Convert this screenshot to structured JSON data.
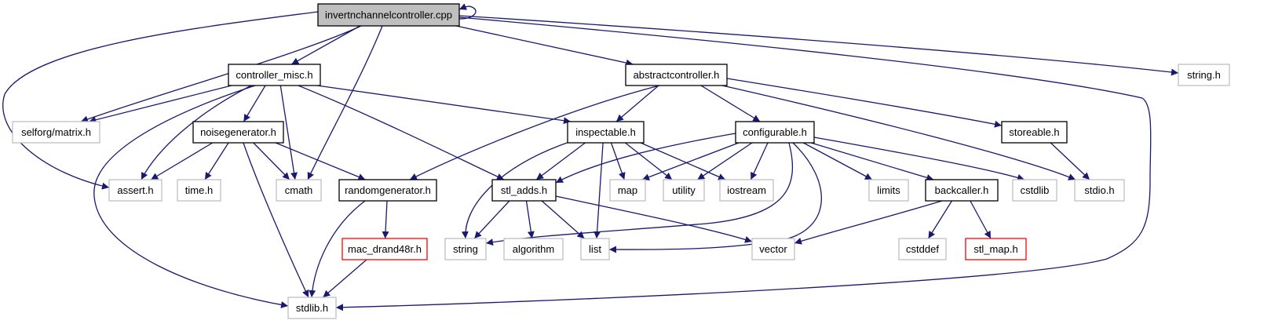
{
  "colors": {
    "edge": "#191970",
    "root_fill": "#bfbfbf",
    "documented_border": "#000000",
    "system_border": "#bfbfbf",
    "missing_border": "#ff0000",
    "node_fill": "#ffffff"
  },
  "nodes": [
    {
      "id": "root",
      "label": "invertnchannelcontroller.cpp",
      "kind": "root"
    },
    {
      "id": "controller_misc",
      "label": "controller_misc.h",
      "kind": "documented"
    },
    {
      "id": "abstractcontroller",
      "label": "abstractcontroller.h",
      "kind": "documented"
    },
    {
      "id": "string_h",
      "label": "string.h",
      "kind": "system"
    },
    {
      "id": "matrix",
      "label": "selforg/matrix.h",
      "kind": "system"
    },
    {
      "id": "noisegenerator",
      "label": "noisegenerator.h",
      "kind": "documented"
    },
    {
      "id": "inspectable",
      "label": "inspectable.h",
      "kind": "documented"
    },
    {
      "id": "configurable",
      "label": "configurable.h",
      "kind": "documented"
    },
    {
      "id": "storeable",
      "label": "storeable.h",
      "kind": "documented"
    },
    {
      "id": "assert",
      "label": "assert.h",
      "kind": "system"
    },
    {
      "id": "time",
      "label": "time.h",
      "kind": "system"
    },
    {
      "id": "cmath",
      "label": "cmath",
      "kind": "system"
    },
    {
      "id": "randomgenerator",
      "label": "randomgenerator.h",
      "kind": "documented"
    },
    {
      "id": "stl_adds",
      "label": "stl_adds.h",
      "kind": "documented"
    },
    {
      "id": "map",
      "label": "map",
      "kind": "system"
    },
    {
      "id": "utility",
      "label": "utility",
      "kind": "system"
    },
    {
      "id": "iostream",
      "label": "iostream",
      "kind": "system"
    },
    {
      "id": "limits",
      "label": "limits",
      "kind": "system"
    },
    {
      "id": "backcaller",
      "label": "backcaller.h",
      "kind": "documented"
    },
    {
      "id": "cstdlib",
      "label": "cstdlib",
      "kind": "system"
    },
    {
      "id": "stdio",
      "label": "stdio.h",
      "kind": "system"
    },
    {
      "id": "mac_drand48r",
      "label": "mac_drand48r.h",
      "kind": "missing"
    },
    {
      "id": "string",
      "label": "string",
      "kind": "system"
    },
    {
      "id": "algorithm",
      "label": "algorithm",
      "kind": "system"
    },
    {
      "id": "list",
      "label": "list",
      "kind": "system"
    },
    {
      "id": "vector",
      "label": "vector",
      "kind": "system"
    },
    {
      "id": "cstddef",
      "label": "cstddef",
      "kind": "system"
    },
    {
      "id": "stl_map",
      "label": "stl_map.h",
      "kind": "missing"
    },
    {
      "id": "stdlib",
      "label": "stdlib.h",
      "kind": "system"
    }
  ],
  "edges": [
    [
      "root",
      "root"
    ],
    [
      "root",
      "controller_misc"
    ],
    [
      "root",
      "abstractcontroller"
    ],
    [
      "root",
      "string_h"
    ],
    [
      "root",
      "matrix"
    ],
    [
      "root",
      "assert"
    ],
    [
      "root",
      "cmath"
    ],
    [
      "root",
      "stdlib"
    ],
    [
      "controller_misc",
      "matrix"
    ],
    [
      "controller_misc",
      "noisegenerator"
    ],
    [
      "controller_misc",
      "inspectable"
    ],
    [
      "controller_misc",
      "assert"
    ],
    [
      "controller_misc",
      "cmath"
    ],
    [
      "controller_misc",
      "stl_adds"
    ],
    [
      "controller_misc",
      "stdlib"
    ],
    [
      "abstractcontroller",
      "inspectable"
    ],
    [
      "abstractcontroller",
      "configurable"
    ],
    [
      "abstractcontroller",
      "storeable"
    ],
    [
      "abstractcontroller",
      "randomgenerator"
    ],
    [
      "abstractcontroller",
      "stdio"
    ],
    [
      "noisegenerator",
      "assert"
    ],
    [
      "noisegenerator",
      "time"
    ],
    [
      "noisegenerator",
      "cmath"
    ],
    [
      "noisegenerator",
      "randomgenerator"
    ],
    [
      "noisegenerator",
      "stdlib"
    ],
    [
      "inspectable",
      "stl_adds"
    ],
    [
      "inspectable",
      "map"
    ],
    [
      "inspectable",
      "utility"
    ],
    [
      "inspectable",
      "iostream"
    ],
    [
      "inspectable",
      "string"
    ],
    [
      "inspectable",
      "list"
    ],
    [
      "configurable",
      "stl_adds"
    ],
    [
      "configurable",
      "map"
    ],
    [
      "configurable",
      "utility"
    ],
    [
      "configurable",
      "iostream"
    ],
    [
      "configurable",
      "limits"
    ],
    [
      "configurable",
      "backcaller"
    ],
    [
      "configurable",
      "cstdlib"
    ],
    [
      "configurable",
      "string"
    ],
    [
      "configurable",
      "list"
    ],
    [
      "storeable",
      "stdio"
    ],
    [
      "randomgenerator",
      "mac_drand48r"
    ],
    [
      "randomgenerator",
      "stdlib"
    ],
    [
      "mac_drand48r",
      "stdlib"
    ],
    [
      "stl_adds",
      "string"
    ],
    [
      "stl_adds",
      "algorithm"
    ],
    [
      "stl_adds",
      "list"
    ],
    [
      "stl_adds",
      "vector"
    ],
    [
      "backcaller",
      "vector"
    ],
    [
      "backcaller",
      "cstddef"
    ],
    [
      "backcaller",
      "stl_map"
    ]
  ]
}
